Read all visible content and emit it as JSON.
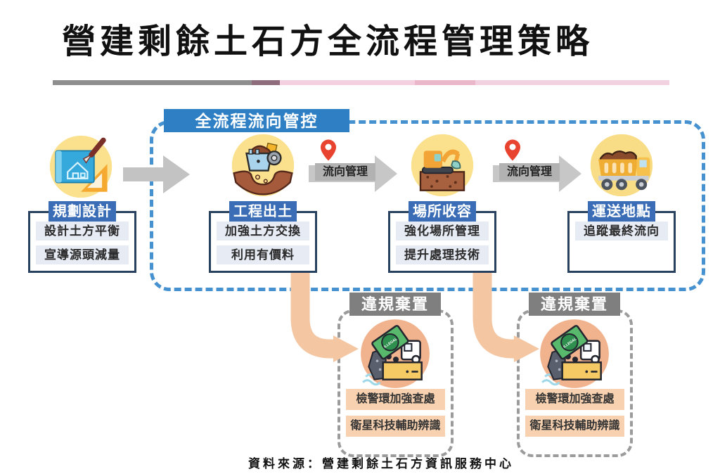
{
  "title": "營建剩餘土石方全流程管理策略",
  "banner": {
    "label": "全流程流向管控"
  },
  "nodes": [
    {
      "title": "規劃設計",
      "icon": "blueprint-icon",
      "items": [
        "設計土方平衡",
        "宣導源頭減量"
      ]
    },
    {
      "title": "工程出土",
      "icon": "excavation-icon",
      "items": [
        "加強土方交換",
        "利用有價料"
      ]
    },
    {
      "title": "場所收容",
      "icon": "excavator-icon",
      "items": [
        "強化場所管理",
        "提升處理技術"
      ]
    },
    {
      "title": "運送地點",
      "icon": "dump-truck-icon",
      "items": [
        "追蹤最終流向"
      ]
    }
  ],
  "flow_labels": [
    "流向管理",
    "流向管理"
  ],
  "violation_boxes": [
    {
      "title": "違規棄置",
      "badge": "ILLEGAL",
      "items": [
        "檢警環加強查處",
        "衛星科技輔助辨識"
      ]
    },
    {
      "title": "違規棄置",
      "badge": "ILLEGAL",
      "items": [
        "檢警環加強查處",
        "衛星科技輔助辨識"
      ]
    }
  ],
  "source": "資料來源：營建剩餘土石方資訊服務中心",
  "colors": {
    "banner_blue": "#2e7fc4",
    "node_header_blue": "#3a6db5",
    "frame_dash_blue": "#4691cf",
    "node_border_navy": "#27415f",
    "node_item_bg": "#e6ebf4",
    "icon_circle_yellow": "#fbe18d",
    "flow_arrow_gray": "#c7c7c7",
    "flow_label_gray": "#b2b2b2",
    "pin_red": "#e8432f",
    "orange_arrow": "#f4c6a2",
    "violation_header_gray": "#7f7f7f",
    "violation_item_bg": "#f8d2b0",
    "violation_circle_salmon": "#f1b28e"
  }
}
